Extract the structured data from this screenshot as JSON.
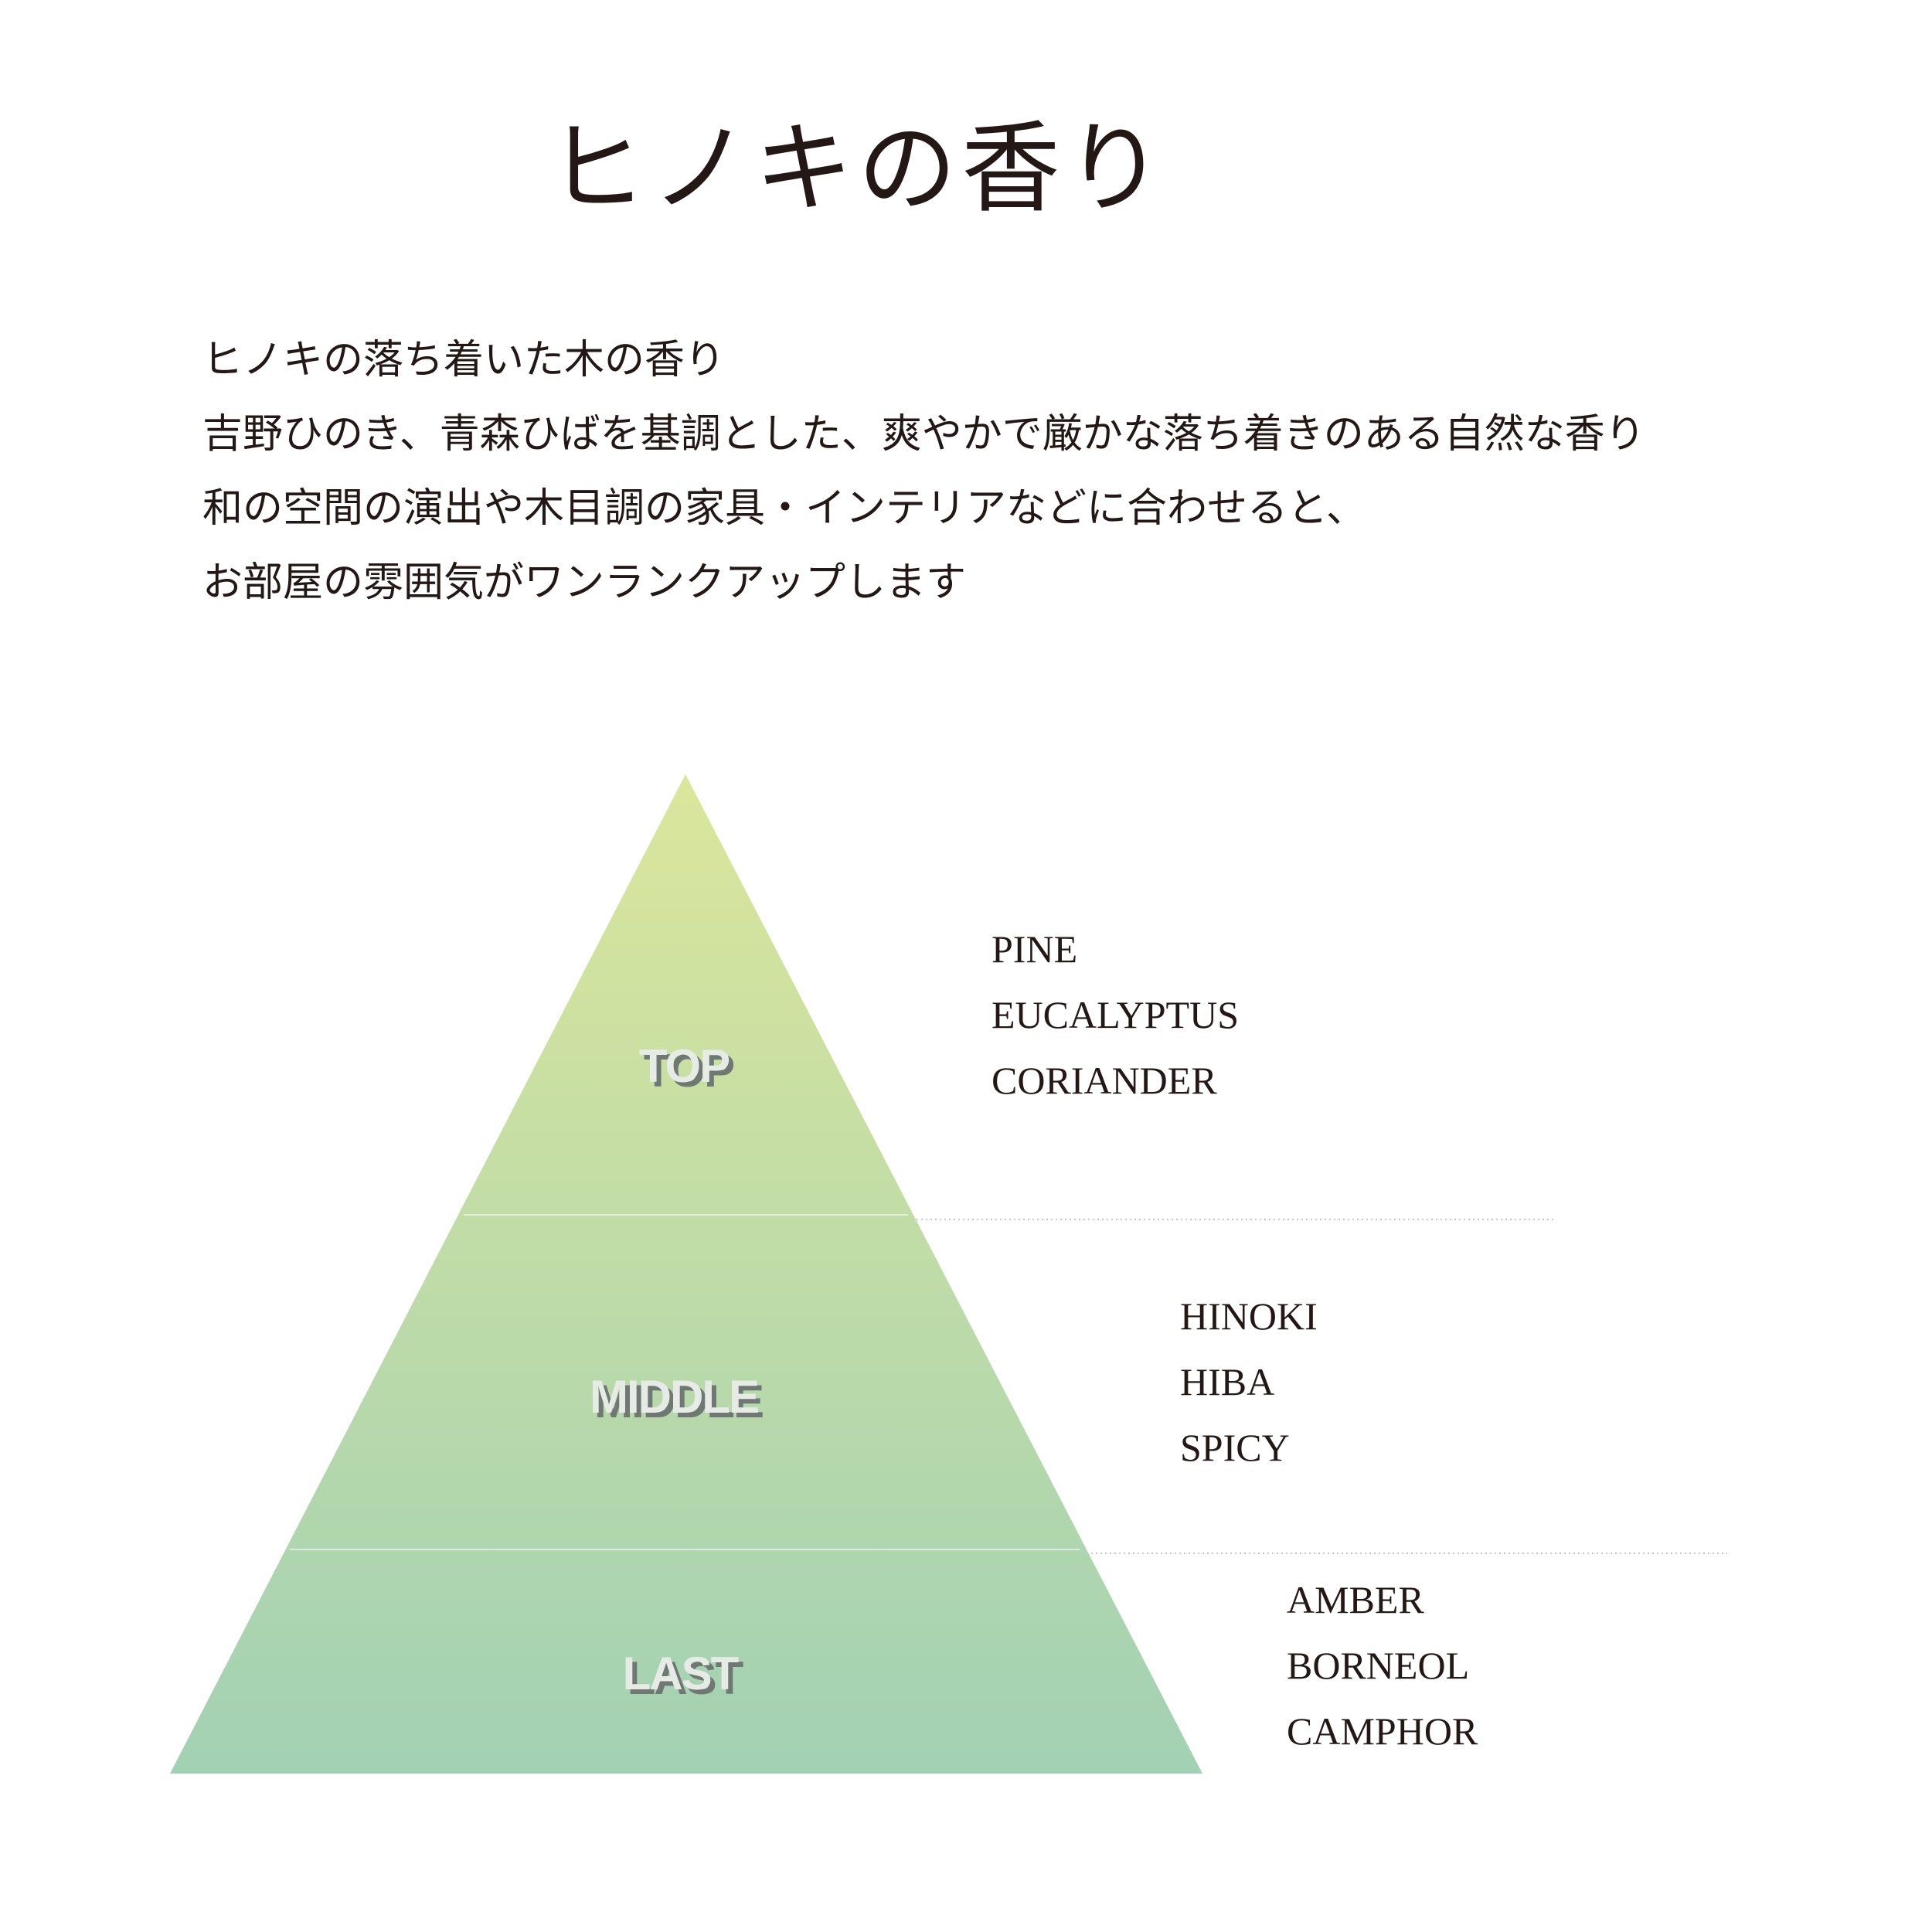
{
  "title": "ヒノキの香り",
  "description": [
    "ヒノキの落ち着いた木の香り",
    "吉野ひのき、青森ひばを基調とした、爽やかで厳かな落ち着きのある自然な香り",
    "和の空間の演出や木目調の家具・インテリアなどに合わせると、",
    "お部屋の雰囲気がワンランクアップします"
  ],
  "pyramid": {
    "colors": {
      "top": "#dbe69b",
      "bottom": "#a2d1b4",
      "label_fill": "#e7ebe6",
      "label_shadow": "#6f7873",
      "divider": "#c9c9c9"
    },
    "layers": [
      {
        "label": "TOP",
        "notes": [
          "PINE",
          "EUCALYPTUS",
          "CORIANDER"
        ]
      },
      {
        "label": "MIDDLE",
        "notes": [
          "HINOKI",
          "HIBA",
          "SPICY"
        ]
      },
      {
        "label": "LAST",
        "notes": [
          "AMBER",
          "BORNEOL",
          "CAMPHOR"
        ]
      }
    ]
  }
}
